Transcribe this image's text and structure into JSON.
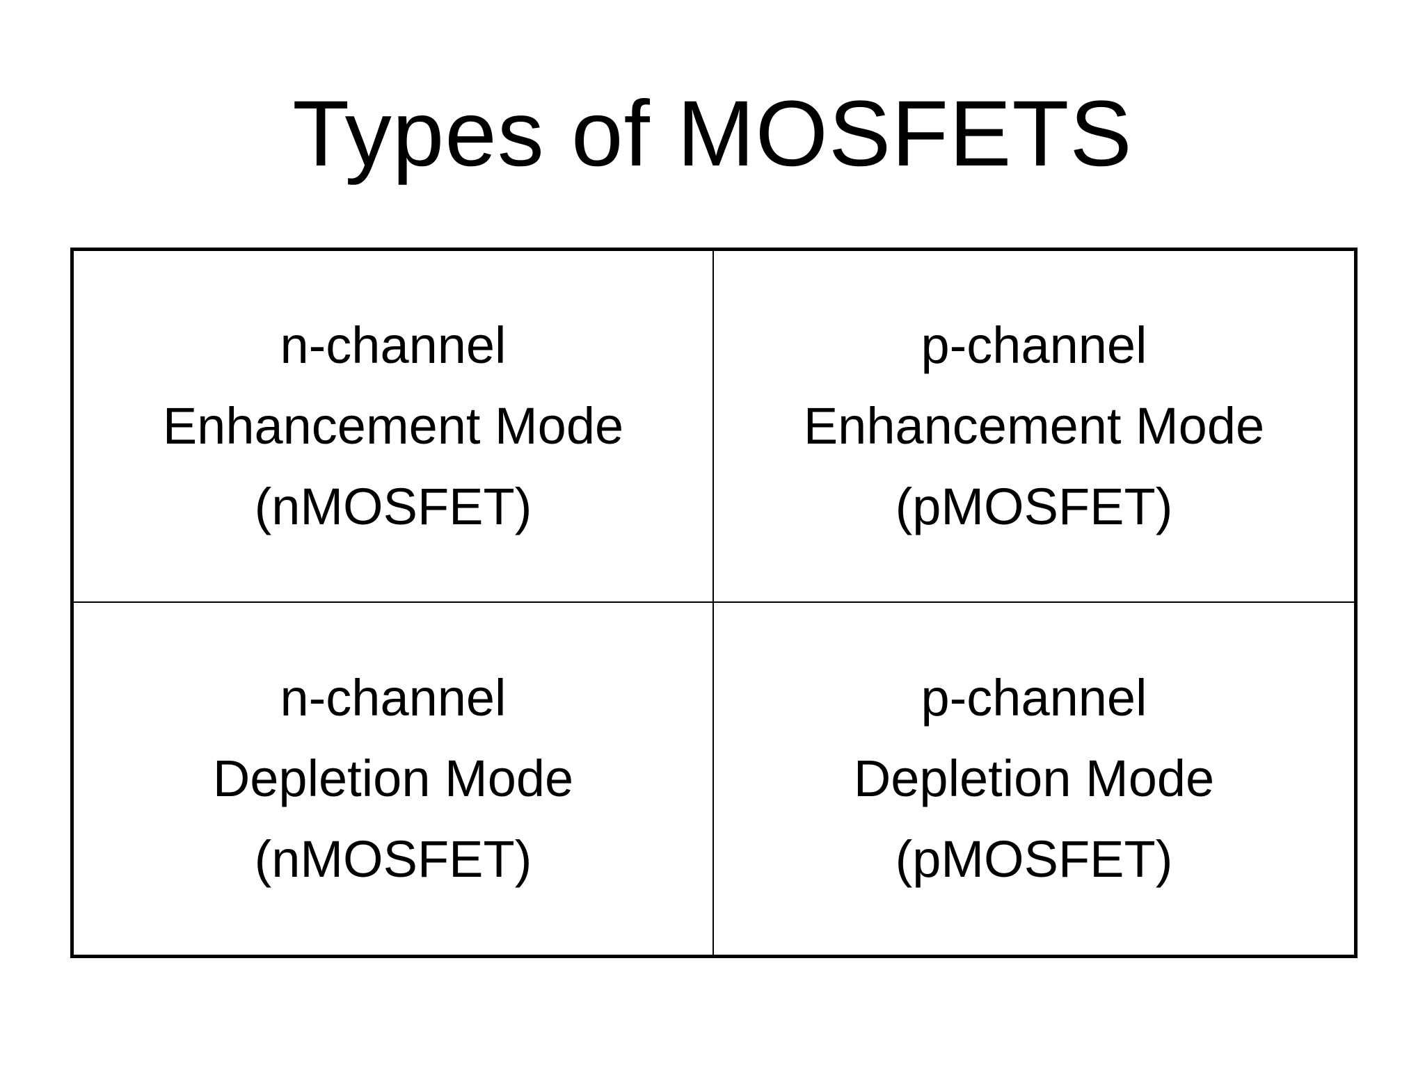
{
  "title": "Types of MOSFETS",
  "table": {
    "rows": [
      [
        {
          "line1": "n-channel",
          "line2": "Enhancement Mode",
          "line3": "(nMOSFET)"
        },
        {
          "line1": "p-channel",
          "line2": "Enhancement Mode",
          "line3": "(pMOSFET)"
        }
      ],
      [
        {
          "line1": "n-channel",
          "line2": "Depletion Mode",
          "line3": "(nMOSFET)"
        },
        {
          "line1": "p-channel",
          "line2": "Depletion Mode",
          "line3": "(pMOSFET)"
        }
      ]
    ]
  },
  "colors": {
    "background": "#ffffff",
    "text": "#000000",
    "border": "#000000"
  }
}
